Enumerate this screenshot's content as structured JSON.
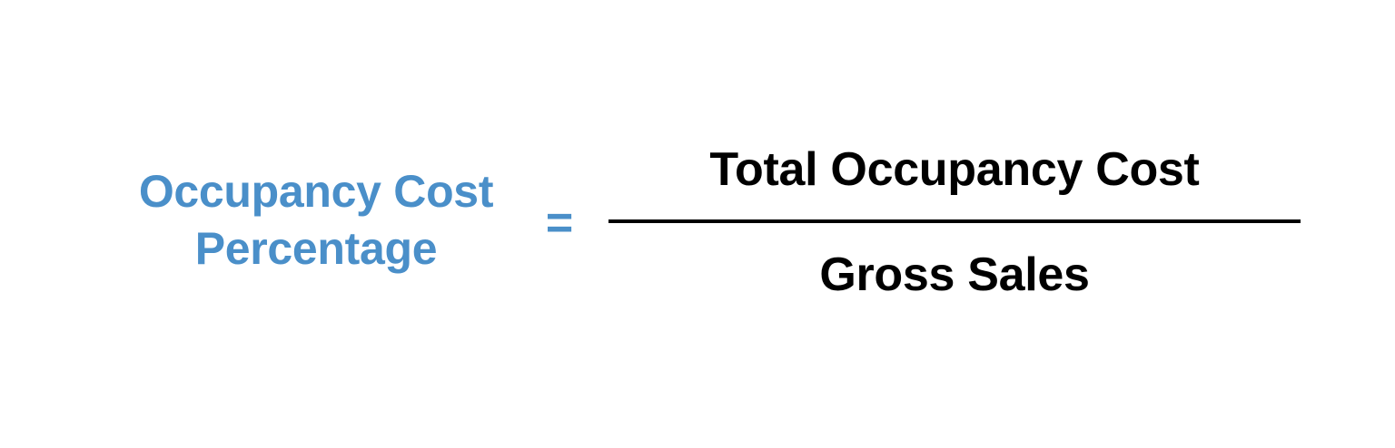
{
  "formula": {
    "lhs": {
      "line1": "Occupancy Cost",
      "line2": "Percentage"
    },
    "operator": "=",
    "numerator": "Total Occupancy Cost",
    "denominator": "Gross Sales"
  },
  "colors": {
    "lhs_text": "#4a8fc9",
    "operator": "#4a8fc9",
    "fraction_text": "#000000",
    "fraction_bar": "#000000",
    "background": "#ffffff"
  }
}
